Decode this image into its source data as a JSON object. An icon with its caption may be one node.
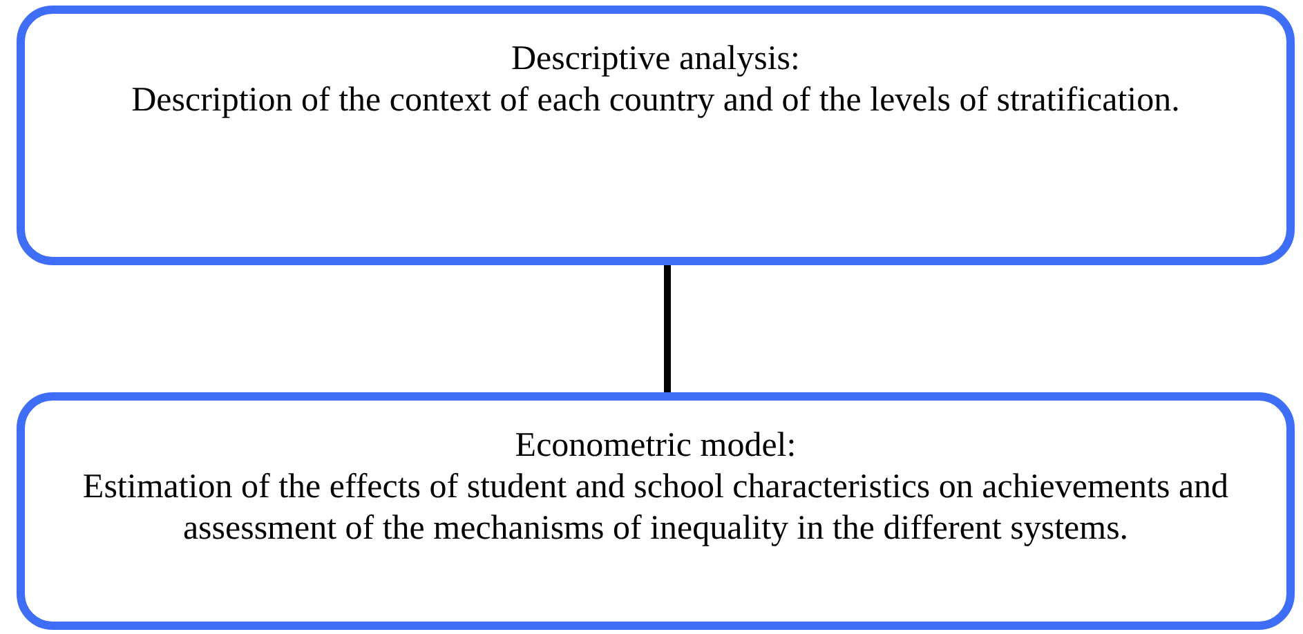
{
  "diagram": {
    "nodes": [
      {
        "text": [
          "Descriptive analysis:",
          "Description of the context of each country and of the levels of stratification."
        ]
      },
      {
        "text": [
          "Econometric model:",
          "Estimation of the effects of student and school characteristics on achievements and assessment of the mechanisms of inequality in the different systems."
        ]
      }
    ],
    "edges": [
      {
        "from": 0,
        "to": 1,
        "arrow": "none"
      }
    ]
  }
}
